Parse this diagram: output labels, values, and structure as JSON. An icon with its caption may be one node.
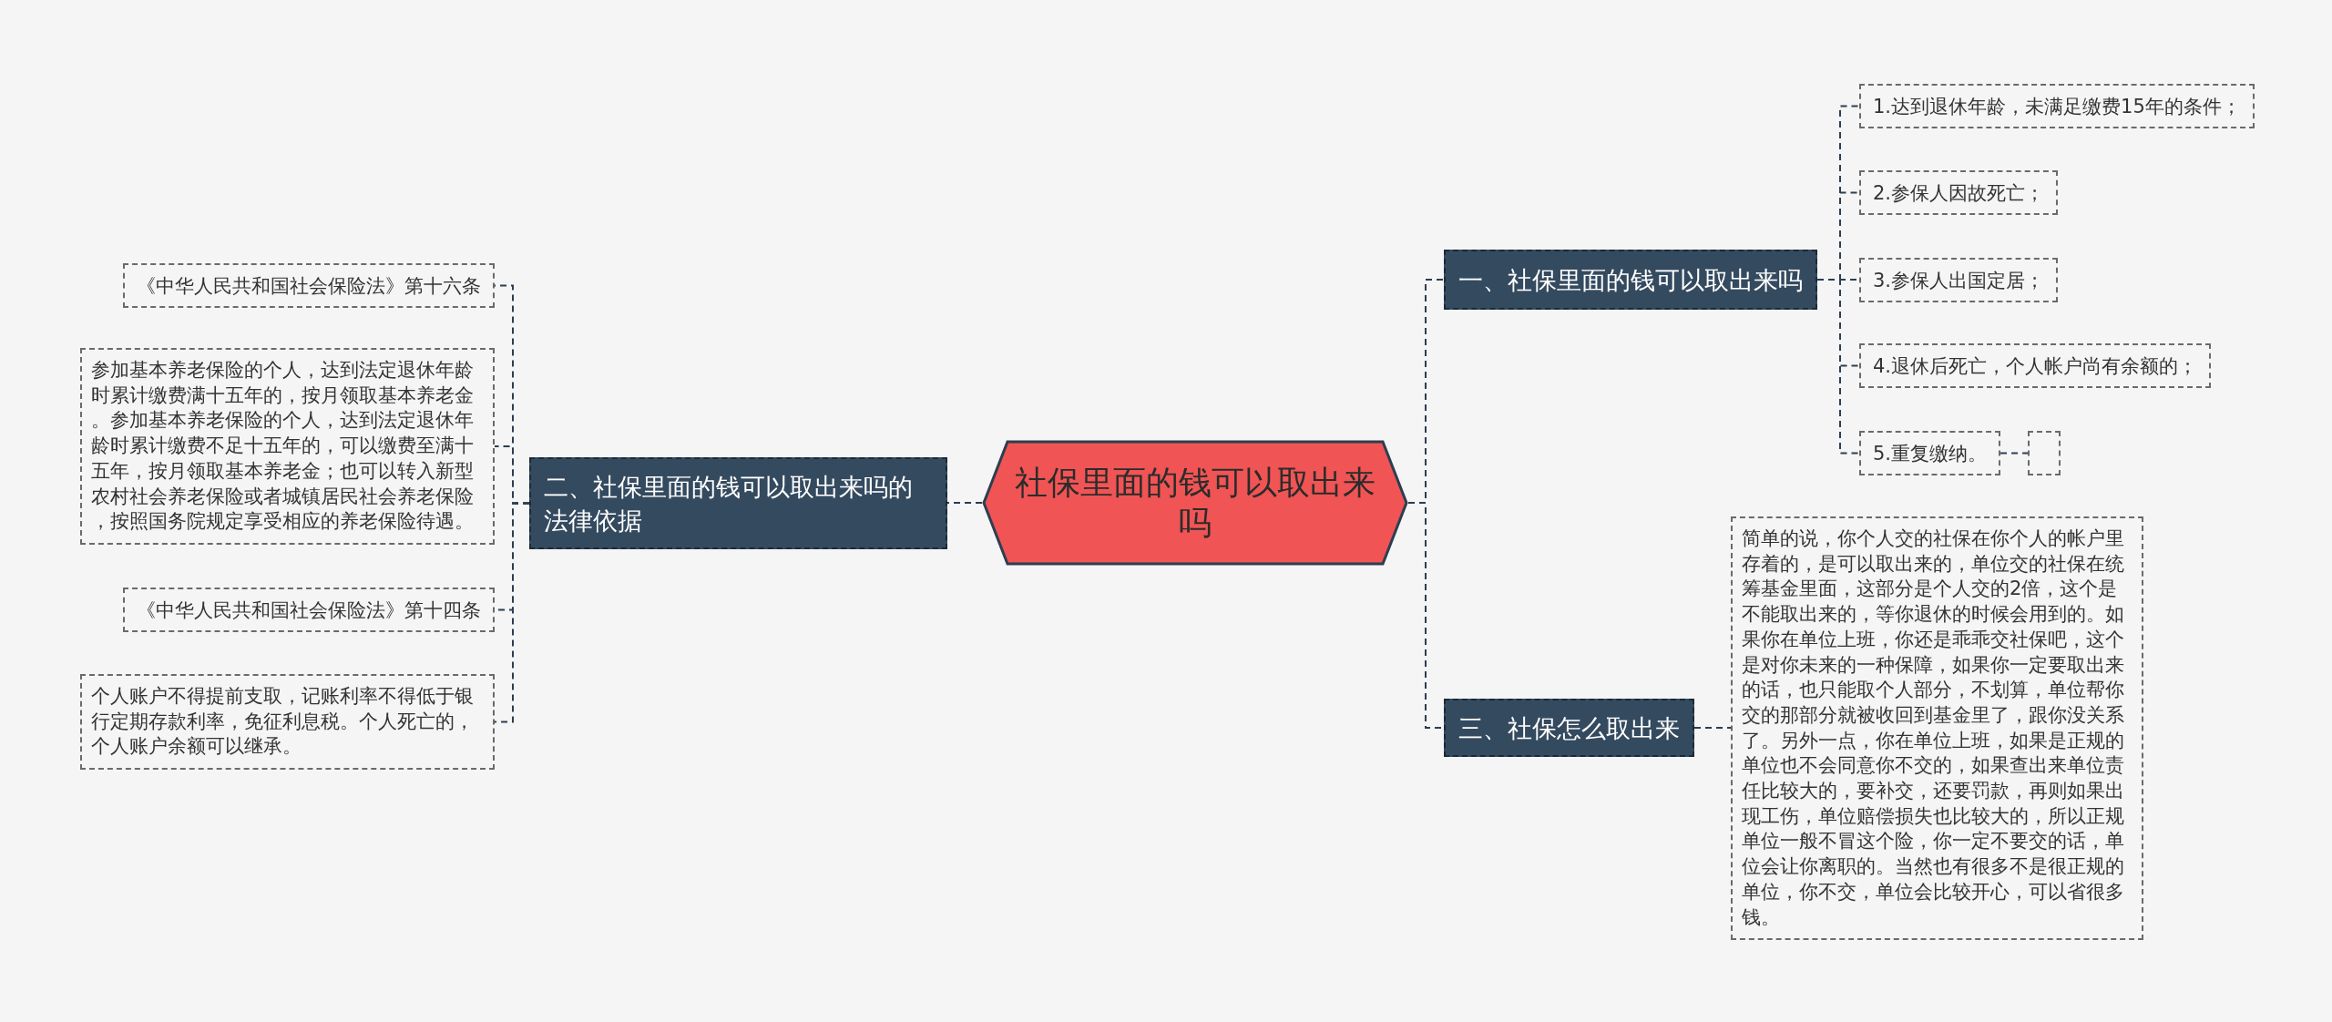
{
  "diagram": {
    "nodes": [
      {
        "text": [
          "社保里面的钱可以取出来吗"
        ]
      },
      {
        "text": [
          "一、社保里面的钱可以取出来吗"
        ]
      },
      {
        "text": [
          "1.达到退休年龄，未满足缴费15年的条件；"
        ]
      },
      {
        "text": [
          "2.参保人因故死亡；"
        ]
      },
      {
        "text": [
          "3.参保人出国定居；"
        ]
      },
      {
        "text": [
          "4.退休后死亡，个人帐户尚有余额的；"
        ]
      },
      {
        "text": [
          "5.重复缴纳。"
        ]
      },
      {
        "text": [],
        "shape": "box"
      },
      {
        "text": [
          "二、社保里面的钱可以取出来吗的法律依据"
        ]
      },
      {
        "text": [
          "《中华人民共和国社会保险法》第十六条"
        ]
      },
      {
        "text": [
          "参加基本养老保险的个人，达到法定退休年龄时累计缴费满十五年的，按月领取基本养老金。参加基本养老保险的个人，达到法定退休年龄时累计缴费不足十五年的，可以缴费至满十五年，按月领取基本养老金；也可以转入新型农村社会养老保险或者城镇居民社会养老保险，按照国务院规定享受相应的养老保险待遇。"
        ]
      },
      {
        "text": [
          "《中华人民共和国社会保险法》第十四条"
        ]
      },
      {
        "text": [
          "个人账户不得提前支取，记账利率不得低于银行定期存款利率，免征利息税。个人死亡的，个人账户余额可以继承。"
        ]
      },
      {
        "text": [
          "三、社保怎么取出来"
        ]
      },
      {
        "text": [
          "简单的说，你个人交的社保在你个人的帐户里存着的，是可以取出来的，单位交的社保在统筹基金里面，这部分是个人交的2倍，这个是不能取出来的，等你退休的时候会用到的。如果你在单位上班，你还是乖乖交社保吧，这个是对你未来的一种保障，如果你一定要取出来的话，也只能取个人部分，不划算，单位帮你交的那部分就被收回到基金里了，跟你没关系了。另外一点，你在单位上班，如果是正规的单位也不会同意你不交的，如果查出来单位责任比较大的，要补交，还要罚款，再则如果出现工伤，单位赔偿损失也比较大的，所以正规单位一般不冒这个险，你一定不要交的话，单位会让你离职的。当然也有很多不是很正规的单位，你不交，单位会比较开心，可以省很多钱。"
        ]
      }
    ],
    "edges": [
      {
        "from": 0,
        "to": 1,
        "arrow": "none",
        "style": "dashed"
      },
      {
        "from": 1,
        "to": 2,
        "arrow": "none",
        "style": "dashed"
      },
      {
        "from": 1,
        "to": 3,
        "arrow": "none",
        "style": "dashed"
      },
      {
        "from": 1,
        "to": 4,
        "arrow": "none",
        "style": "dashed"
      },
      {
        "from": 1,
        "to": 5,
        "arrow": "none",
        "style": "dashed"
      },
      {
        "from": 1,
        "to": 6,
        "arrow": "none",
        "style": "dashed"
      },
      {
        "from": 6,
        "to": 7,
        "arrow": "none",
        "style": "dashed"
      },
      {
        "from": 0,
        "to": 8,
        "arrow": "none",
        "style": "dashed"
      },
      {
        "from": 8,
        "to": 9,
        "arrow": "none",
        "style": "dashed"
      },
      {
        "from": 8,
        "to": 10,
        "arrow": "none",
        "style": "dashed"
      },
      {
        "from": 8,
        "to": 11,
        "arrow": "none",
        "style": "dashed"
      },
      {
        "from": 8,
        "to": 12,
        "arrow": "none",
        "style": "dashed"
      },
      {
        "from": 0,
        "to": 13,
        "arrow": "none",
        "style": "dashed"
      },
      {
        "from": 13,
        "to": 14,
        "arrow": "none",
        "style": "dashed"
      }
    ]
  }
}
